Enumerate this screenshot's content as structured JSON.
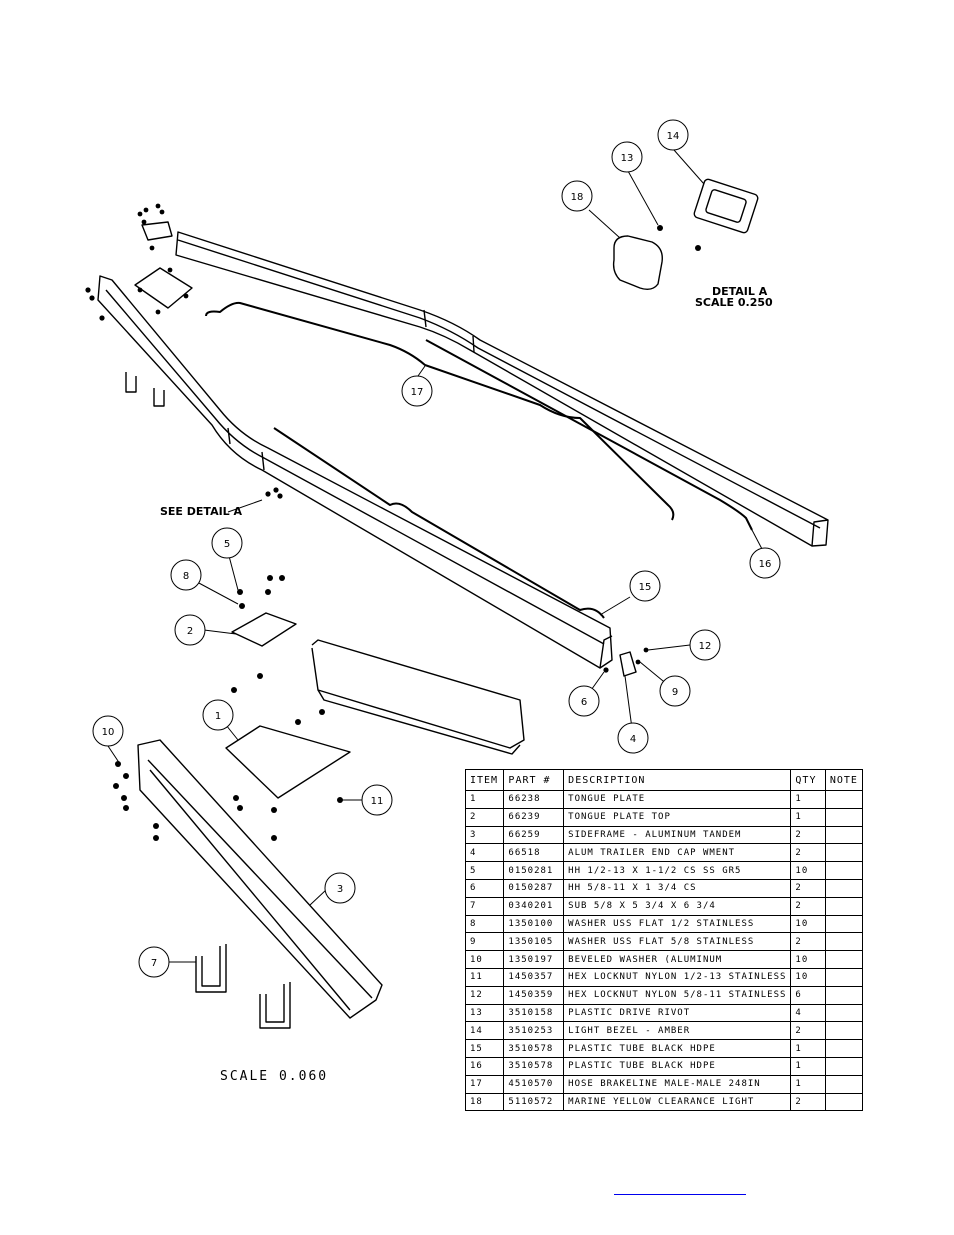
{
  "detail_a": {
    "title": "DETAIL A",
    "scale": "SCALE 0.250"
  },
  "see_detail_label": "SEE DETAIL A",
  "main_scale": "SCALE  0.060",
  "balloons": [
    "1",
    "2",
    "3",
    "4",
    "5",
    "6",
    "7",
    "8",
    "9",
    "10",
    "11",
    "12",
    "13",
    "14",
    "15",
    "16",
    "17",
    "18"
  ],
  "bom": {
    "headers": [
      "ITEM",
      "PART #",
      "DESCRIPTION",
      "QTY",
      "NOTE"
    ],
    "rows": [
      [
        "1",
        "66238",
        "TONGUE PLATE",
        "1",
        ""
      ],
      [
        "2",
        "66239",
        "TONGUE PLATE TOP",
        "1",
        ""
      ],
      [
        "3",
        "66259",
        "SIDEFRAME - ALUMINUM TANDEM",
        "2",
        ""
      ],
      [
        "4",
        "66518",
        "ALUM TRAILER END CAP WMENT",
        "2",
        ""
      ],
      [
        "5",
        "0150281",
        "HH 1/2-13 X 1-1/2 CS SS GR5",
        "10",
        ""
      ],
      [
        "6",
        "0150287",
        "HH 5/8-11 X 1 3/4 CS",
        "2",
        ""
      ],
      [
        "7",
        "0340201",
        "SUB 5/8 X 5 3/4 X 6 3/4",
        "2",
        ""
      ],
      [
        "8",
        "1350100",
        "WASHER USS FLAT 1/2 STAINLESS",
        "10",
        ""
      ],
      [
        "9",
        "1350105",
        "WASHER USS FLAT 5/8 STAINLESS",
        "2",
        ""
      ],
      [
        "10",
        "1350197",
        "BEVELED WASHER (ALUMINUM",
        "10",
        ""
      ],
      [
        "11",
        "1450357",
        "HEX LOCKNUT NYLON 1/2-13 STAINLESS",
        "10",
        ""
      ],
      [
        "12",
        "1450359",
        "HEX LOCKNUT NYLON 5/8-11 STAINLESS",
        "6",
        ""
      ],
      [
        "13",
        "3510158",
        "PLASTIC DRIVE RIVOT",
        "4",
        ""
      ],
      [
        "14",
        "3510253",
        "LIGHT BEZEL - AMBER",
        "2",
        ""
      ],
      [
        "15",
        "3510578",
        "PLASTIC TUBE BLACK HDPE",
        "1",
        ""
      ],
      [
        "16",
        "3510578",
        "PLASTIC TUBE BLACK HDPE",
        "1",
        ""
      ],
      [
        "17",
        "4510570",
        "HOSE BRAKELINE MALE-MALE 248IN",
        "1",
        ""
      ],
      [
        "18",
        "5110572",
        "MARINE YELLOW CLEARANCE LIGHT",
        "2",
        ""
      ]
    ]
  }
}
